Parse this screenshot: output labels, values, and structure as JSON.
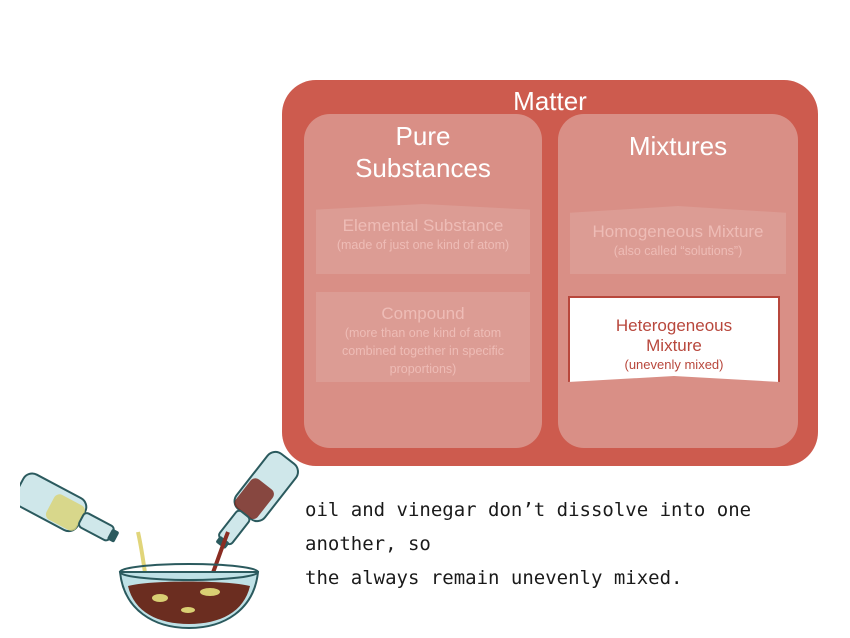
{
  "matter": {
    "title": "Matter",
    "pure": {
      "title_line1": "Pure",
      "title_line2": "Substances",
      "elemental": {
        "title": "Elemental Substance",
        "sub": "(made of just one kind of atom)"
      },
      "compound": {
        "title": "Compound",
        "sub_line1": "(more than one kind of atom",
        "sub_line2": "combined together in specific",
        "sub_line3": "proportions)"
      }
    },
    "mixtures": {
      "title": "Mixtures",
      "homogeneous": {
        "title": "Homogeneous Mixture",
        "sub": "(also called “solutions”)"
      },
      "heterogeneous": {
        "title_line1": "Heterogeneous",
        "title_line2": "Mixture",
        "sub": "(unevenly mixed)"
      }
    }
  },
  "caption": {
    "line1": "oil and vinegar don’t dissolve into one another, so",
    "line2": "the always remain unevenly mixed."
  },
  "colors": {
    "outer": "#cd5b4e",
    "column": "#d98f86",
    "faded_text": "#eebcb6",
    "accent": "#b8473c"
  }
}
